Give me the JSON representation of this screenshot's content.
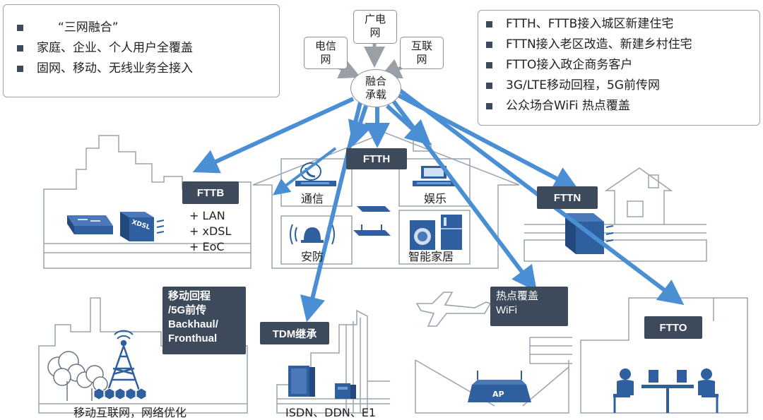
{
  "top_left_box": {
    "items": [
      "“三网融合”",
      "家庭、企业、个人用户全覆盖",
      "固网、移动、无线业务全接入"
    ]
  },
  "top_right_box": {
    "items": [
      "FTTH、FTTB接入城区新建住宅",
      "FTTN接入老区改造、新建乡村住宅",
      "FTTO接入政企商务客户",
      "3G/LTE移动回程，5G前传网",
      "公众场合WiFi 热点覆盖"
    ]
  },
  "networks": {
    "telecom": [
      "电信",
      "网"
    ],
    "broadcast": [
      "广电",
      "网"
    ],
    "internet": [
      "互联",
      "网"
    ],
    "hub": [
      "融合",
      "承载"
    ]
  },
  "labels": {
    "ftth": "FTTH",
    "fttb": "FTTB",
    "fttn": "FTTN",
    "ftto": "FTTO",
    "tdm": "TDM继承",
    "mobile_tag": "移动回程\n/5G前传\nBackhaul/\nFronthual",
    "hotspot_tag": "热点覆盖\nWiFi",
    "fttb_list": [
      "+ LAN",
      "+ xDSL",
      "+ EoC"
    ],
    "xdsl_device": "XDSL",
    "ap_device": "AP",
    "home_comm": "通信",
    "home_ent": "娱乐",
    "home_sec": "安防",
    "home_smart": "智能家居",
    "mobile_caption": "移动互联网，网络优化",
    "tdm_caption": "ISDN、DDN、E1"
  },
  "colors": {
    "arrow": "#4a8fd4",
    "tag": "#3d4a5c",
    "device": "#2f5f9e",
    "outline": "#9aa4ae"
  }
}
